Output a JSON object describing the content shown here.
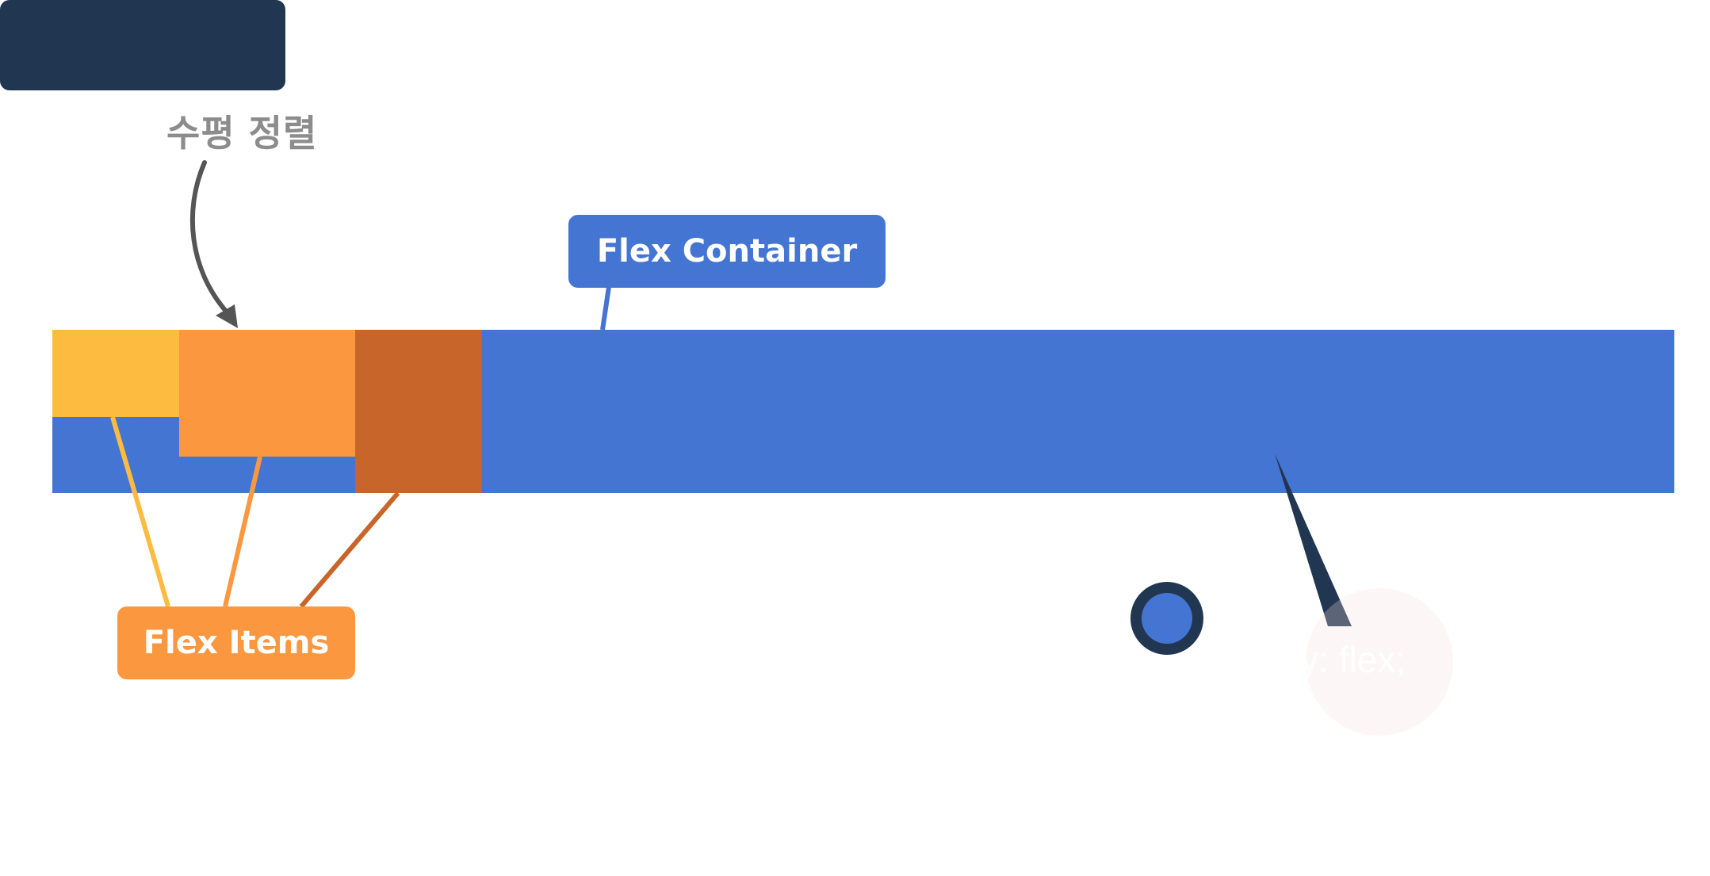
{
  "labels": {
    "horizontal_align": "수평 정렬",
    "flex_container": "Flex Container",
    "flex_items": "Flex Items",
    "code": "display: flex;"
  },
  "colors": {
    "container_blue": "#4575d2",
    "item_yellow": "#fdbb40",
    "item_orange": "#fb983f",
    "item_dark_orange": "#c8652a",
    "code_bg": "#213650",
    "highlight_pink": "#f9dfe3",
    "arrow_gray": "#555555",
    "label_gray": "#8c8c8c"
  }
}
